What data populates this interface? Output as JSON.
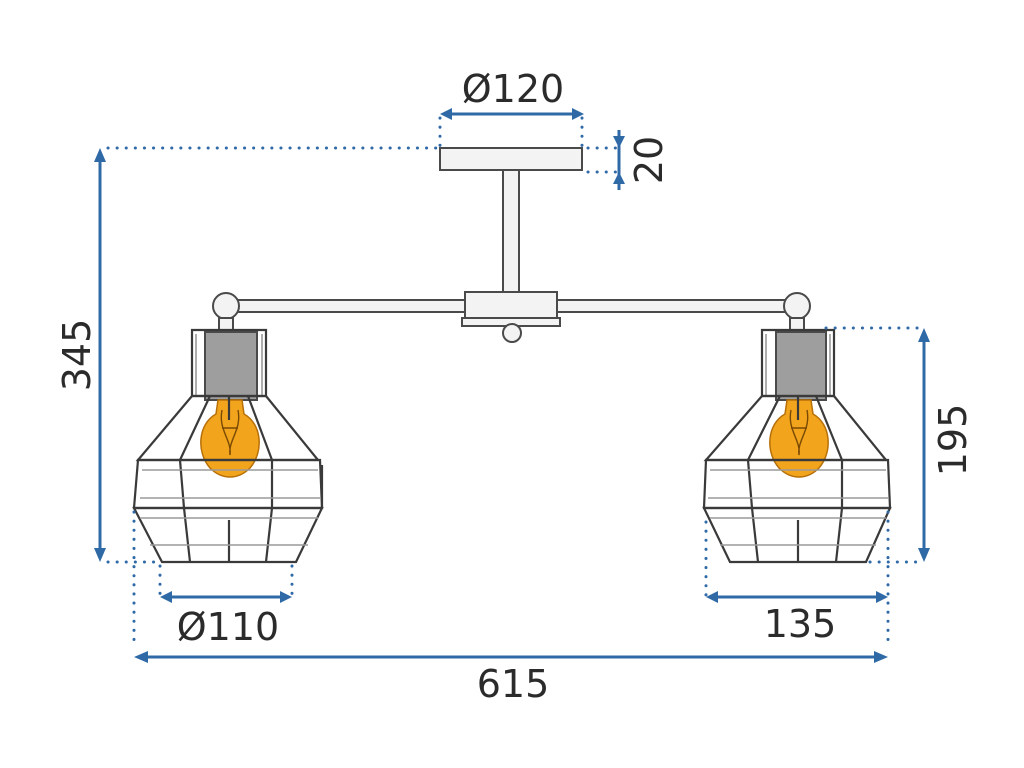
{
  "dimensions": {
    "base_diameter": "Ø120",
    "base_height": "20",
    "total_height": "345",
    "shade_height": "195",
    "shade_diameter": "Ø110",
    "shade_width": "135",
    "total_width": "615"
  },
  "colors": {
    "dimension_line": "#2f6aa7",
    "bulb": "#f2a51c",
    "outline": "#3a3a3a"
  }
}
